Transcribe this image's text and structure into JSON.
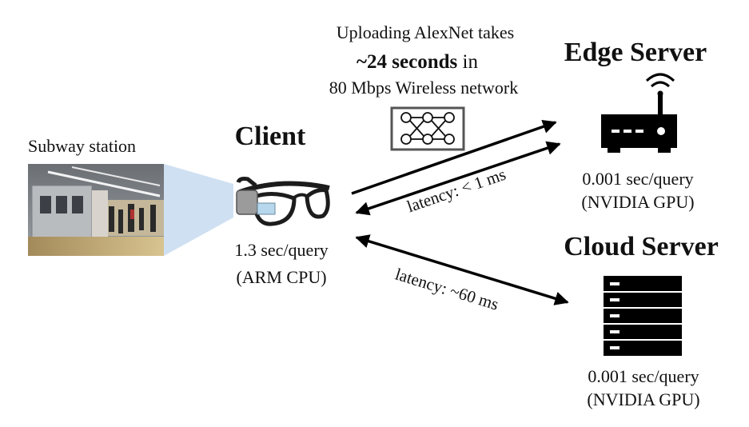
{
  "upload_note": {
    "line1": "Uploading AlexNet takes",
    "line2_bold": "~24 seconds",
    "line2_rest": " in",
    "line3": "80 Mbps Wireless network"
  },
  "scene": {
    "label": "Subway station"
  },
  "client": {
    "title": "Client",
    "perf": "1.3 sec/query",
    "hw": "(ARM CPU)"
  },
  "edge": {
    "title": "Edge Server",
    "perf": "0.001 sec/query",
    "hw": "(NVIDIA GPU)"
  },
  "cloud": {
    "title": "Cloud Server",
    "perf": "0.001 sec/query",
    "hw": "(NVIDIA GPU)"
  },
  "links": {
    "edge_latency": "latency: < 1 ms",
    "cloud_latency": "latency: ~60 ms"
  },
  "colors": {
    "camera_cone": "#cfe0f2",
    "box_border": "#555555",
    "ink": "#111111"
  },
  "icons": [
    "subway-photo",
    "smart-glasses-icon",
    "neural-network-icon",
    "router-icon",
    "server-rack-icon"
  ]
}
